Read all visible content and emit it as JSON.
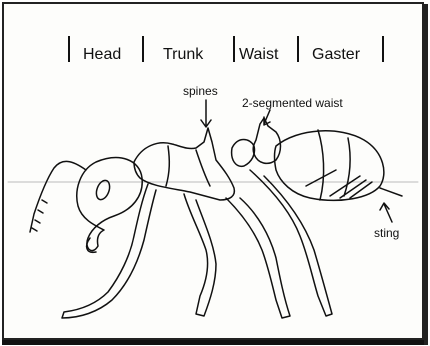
{
  "segments": {
    "head": "Head",
    "trunk": "Trunk",
    "waist": "Waist",
    "gaster": "Gaster"
  },
  "annotations": {
    "spines": "spines",
    "waist": "2-segmented waist",
    "sting": "sting"
  }
}
